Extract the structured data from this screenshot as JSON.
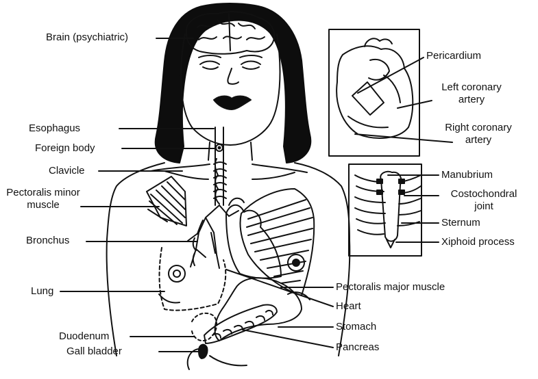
{
  "labels": {
    "brain": "Brain (psychiatric)",
    "esophagus": "Esophagus",
    "foreign_body": "Foreign body",
    "clavicle": "Clavicle",
    "pectoralis_minor_1": "Pectoralis minor",
    "pectoralis_minor_2": "muscle",
    "bronchus": "Bronchus",
    "lung": "Lung",
    "duodenum": "Duodenum",
    "gall_bladder": "Gall bladder",
    "pericardium": "Pericardium",
    "left_coronary_1": "Left coronary",
    "left_coronary_2": "artery",
    "right_coronary_1": "Right coronary",
    "right_coronary_2": "artery",
    "manubrium": "Manubrium",
    "costochondral_1": "Costochondral",
    "costochondral_2": "joint",
    "sternum": "Sternum",
    "xiphoid": "Xiphoid process",
    "pectoralis_major": "Pectoralis major muscle",
    "heart": "Heart",
    "stomach": "Stomach",
    "pancreas": "Pancreas"
  },
  "colors": {
    "ink": "#111111",
    "background": "#ffffff",
    "hair": "#0d0d0d"
  }
}
